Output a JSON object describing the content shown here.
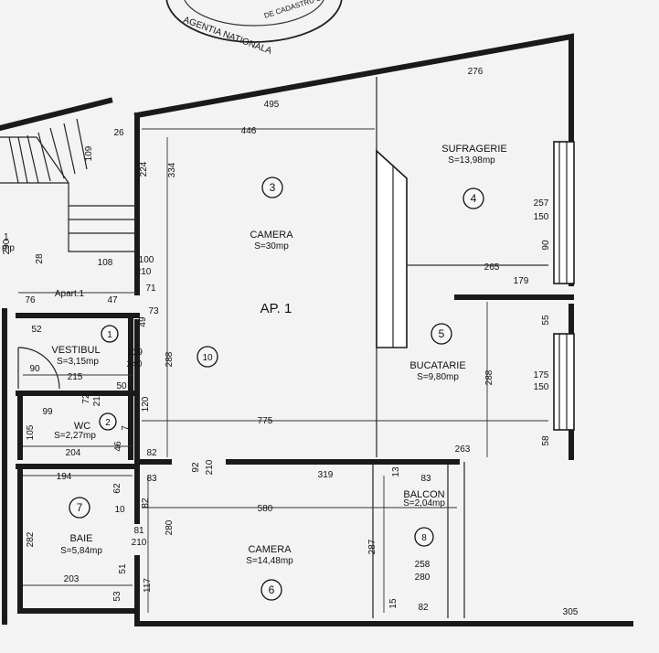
{
  "stamp": {
    "text_outer": "AGENTIA NATIONALA",
    "text_inner": "DE CADASTRU SI"
  },
  "plan_title": "AP. 1",
  "apartment_tag": "Apart.1",
  "rooms": [
    {
      "id": "1",
      "name": "VESTIBUL",
      "area": "S=3,15mp"
    },
    {
      "id": "2",
      "name": "WC",
      "area": "S=2,27mp"
    },
    {
      "id": "3",
      "name": "CAMERA",
      "area": "S=30mp"
    },
    {
      "id": "4",
      "name": "SUFRAGERIE",
      "area": "S=13,98mp"
    },
    {
      "id": "5",
      "name": "BUCATARIE",
      "area": "S=9,80mp"
    },
    {
      "id": "6",
      "name": "CAMERA",
      "area": "S=14,48mp"
    },
    {
      "id": "7",
      "name": "BAIE",
      "area": "S=5,84mp"
    },
    {
      "id": "8",
      "name": "BALCON",
      "area": "S=2,04mp"
    },
    {
      "id": "10",
      "name": "",
      "area": ""
    }
  ],
  "dims": {
    "d495": "495",
    "d446": "446",
    "d276": "276",
    "d26": "26",
    "d109": "109",
    "d224": "224",
    "d334": "334",
    "d108": "108",
    "d28": "28",
    "d100": "100",
    "d210a": "210",
    "d71": "71",
    "d47": "47",
    "d76": "76",
    "d49": "49",
    "d73": "73",
    "d52": "52",
    "d119": "119",
    "d240": "240",
    "d90a": "90",
    "d215": "215",
    "d288a": "288",
    "d50": "50",
    "d72": "72",
    "d210b": "210",
    "d120": "120",
    "d99": "99",
    "d105": "105",
    "d7": "7",
    "d46": "46",
    "d204": "204",
    "d82a": "82",
    "d775": "775",
    "d92": "92",
    "d210c": "210",
    "d319": "319",
    "d13": "13",
    "d83a": "83",
    "d83b": "83",
    "d194": "194",
    "d62": "62",
    "d10": "10",
    "d82b": "82",
    "d580": "580",
    "d280": "280",
    "d81": "81",
    "d210d": "210",
    "d282": "282",
    "d203": "203",
    "d51": "51",
    "d117": "117",
    "d53": "53",
    "d287": "287",
    "d15": "15",
    "d82c": "82",
    "d305": "305",
    "d257": "257",
    "d150a": "150",
    "d90b": "90",
    "d265": "265",
    "d179": "179",
    "d55": "55",
    "d175": "175",
    "d150b": "150",
    "d288b": "288",
    "d58": "58",
    "d263": "263",
    "d258": "258",
    "d280b": "280"
  },
  "left_partial": {
    "t1": "1",
    "t2": "mp",
    "t3": "290"
  }
}
